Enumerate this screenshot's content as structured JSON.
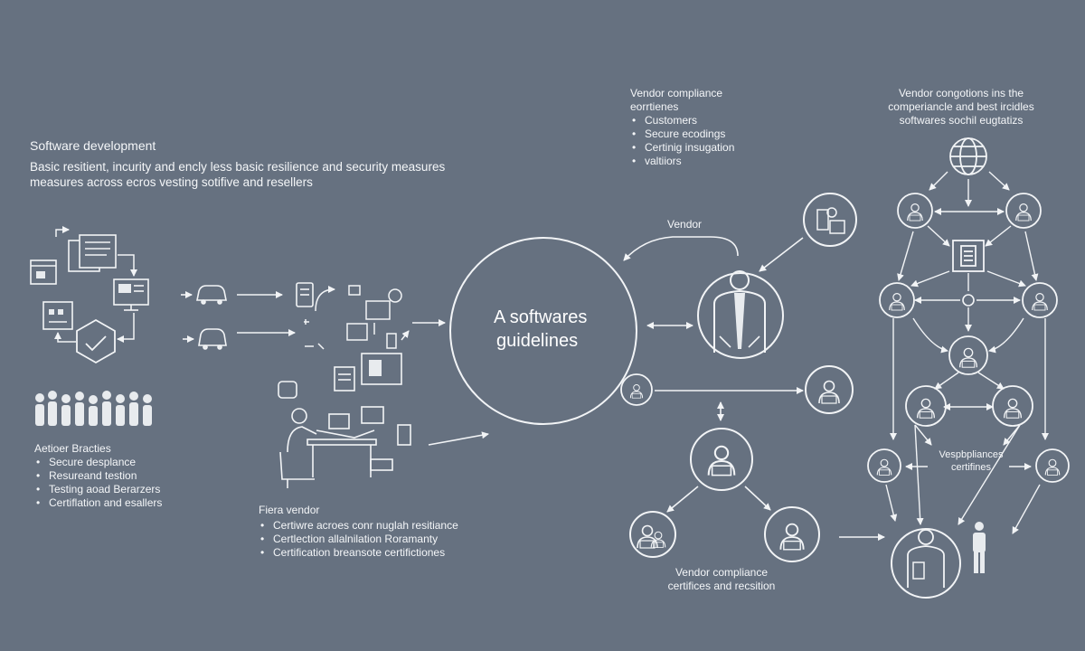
{
  "left": {
    "heading": "Software development",
    "desc_line1": "Basic resitient, incurity and encly less basic resilience and security measures",
    "desc_line2": "measures across ecros vesting sotifive and resellers",
    "practices_title": "Aetioer Bracties",
    "practices": [
      "Secure desplance",
      "Resureand testion",
      "Testing aoad Berarzers",
      "Certiflation and esallers"
    ]
  },
  "middle": {
    "vendor_heading": "Fiera vendor",
    "vendor_items": [
      "Certiwre acroes conr nuglah resitiance",
      "Certlection allalnilation Roramanty",
      "Certification breansote certifictiones"
    ],
    "center_line1": "A softwares",
    "center_line2": "guidelines",
    "vendor_label": "Vendor"
  },
  "top_middle": {
    "heading": "Vendor compliance",
    "subheading": "eorrtienes",
    "items": [
      "Customers",
      "Secure ecodings",
      "Certinig insugation",
      "valtiiors"
    ]
  },
  "top_right": {
    "line1": "Vendor congotions ins the",
    "line2": "comperiancle and best ircidles",
    "line3": "softwares sochil eugtatizs"
  },
  "bottom_middle": {
    "line1": "Vendor compliance",
    "line2": "certifices and recsition"
  },
  "right_network": {
    "label_line1": "Vespbpliances",
    "label_line2": "certifines"
  },
  "colors": {
    "background": "#667180",
    "stroke": "#f2f4f6",
    "icon_fill": "#e8ebee"
  }
}
